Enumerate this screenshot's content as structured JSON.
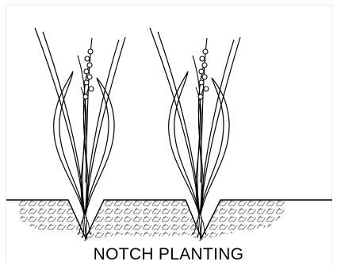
{
  "caption": "NOTCH PLANTING",
  "colors": {
    "ink": "#000000",
    "background": "#ffffff",
    "frame": "#e4edf3"
  },
  "plants": [
    {
      "name": "grass-plant-left"
    },
    {
      "name": "grass-plant-right"
    }
  ]
}
